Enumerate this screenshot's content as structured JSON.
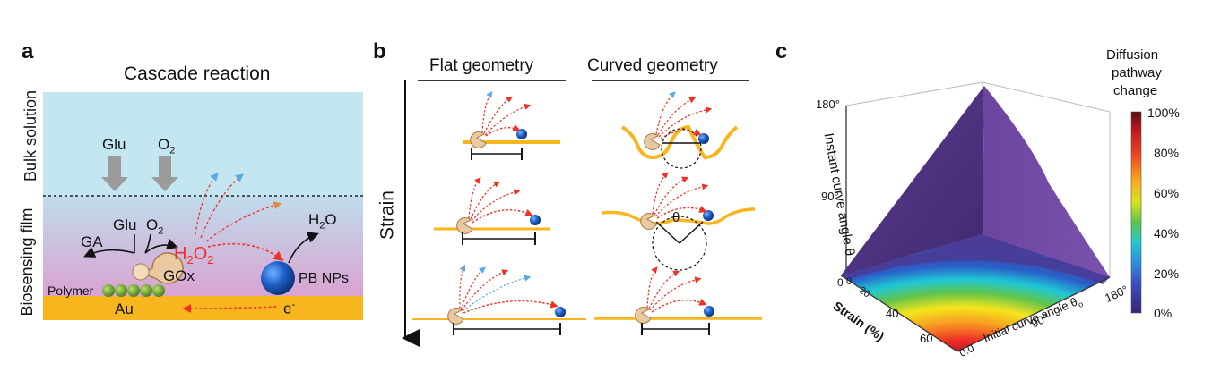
{
  "panel_a": {
    "letter": "a",
    "title": "Cascade reaction",
    "side_bulk": "Bulk solution",
    "side_film": "Biosensing film",
    "glu_top": "Glu",
    "o2_top": "O",
    "o2_top_sub": "2",
    "glu_mid": "Glu",
    "o2_mid": "O",
    "o2_mid_sub": "2",
    "ga": "GA",
    "gox": "GOx",
    "h2o2_h": "H",
    "h2o2_sub1": "2",
    "h2o2_o": "O",
    "h2o2_sub2": "2",
    "h2o_h": "H",
    "h2o_sub": "2",
    "h2o_o": "O",
    "pb_nps": "PB NPs",
    "polymer": "Polymer",
    "au": "Au",
    "electron": "e",
    "electron_sup": "-"
  },
  "panel_b": {
    "letter": "b",
    "flat_title": "Flat geometry",
    "curved_title": "Curved geometry",
    "strain": "Strain",
    "theta": "θ"
  },
  "panel_c": {
    "letter": "c",
    "colorbar_title_1": "Diffusion",
    "colorbar_title_2": "pathway",
    "colorbar_title_3": "change",
    "colorbar_ticks": [
      "100%",
      "80%",
      "60%",
      "40%",
      "20%",
      "0%"
    ],
    "y_axis_label": "Instant curve angle θ",
    "y_ticks": [
      "180°",
      "90°",
      "0"
    ],
    "strain_label": "Strain (%)",
    "strain_ticks": [
      "0",
      "20",
      "40",
      "60"
    ],
    "init_angle_label": "Initial curve angle θ",
    "init_angle_sub": "o",
    "init_angle_ticks": [
      "180°",
      "90°",
      "0.0"
    ]
  },
  "colors": {
    "bulk": "#c3e6f1",
    "film_top": "#bedcec",
    "film_bottom": "#d7a5d2",
    "gold": "#f7b61e",
    "h2o2": "#ee3124",
    "surface": "#6a3d8f"
  }
}
